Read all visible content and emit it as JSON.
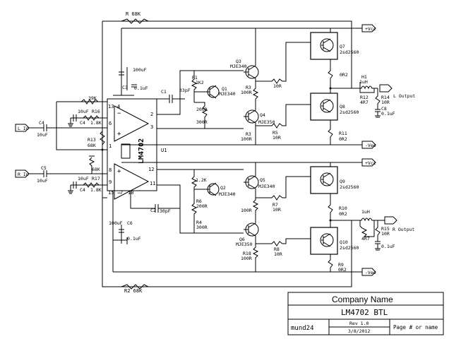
{
  "title_block": {
    "company": "Company Name",
    "title": "LM4702 BTL",
    "author": "mund24",
    "rev": "Rev 1.0",
    "date": "3/8/2012",
    "page": "Page # or name"
  },
  "ic": {
    "name": "LM4702",
    "ref": "U1"
  },
  "ports": {
    "l_in": "L In",
    "r_in": "R In",
    "vcc": "+Vcc",
    "vee": "-Vee",
    "l_out": "L Output",
    "r_out": "R Output"
  },
  "pins": {
    "p13": "13",
    "p6": "6",
    "p4": "4",
    "p2": "2",
    "p3": "3",
    "p1": "1",
    "p8": "8",
    "p9": "9",
    "p15": "15",
    "p7": "7",
    "p10": "10",
    "p12": "12",
    "p11": "11"
  },
  "parts": {
    "r_top": "R 68K",
    "r_bot": "R2 68K",
    "c3": "100uF",
    "c3b": "C3",
    "c3c": "0.1uF",
    "c1": "C1",
    "c1v": "33pF",
    "r39k": "39K",
    "r16": "R16",
    "r16v": "1.8K",
    "c10u": "10uF",
    "c4l": "C4",
    "c4u": "10uF",
    "r13": "R13",
    "r13v": "68K",
    "c5": "C5",
    "c5v": "10uF",
    "c4r": "C4",
    "c4rv": "10uF",
    "r17": "R17",
    "r17v": "1.8K",
    "r68k": "68K",
    "c2": "C2",
    "c2v": "30pF",
    "c6u": "100uF",
    "c6": "C6",
    "c6c": "0.1uF",
    "r1": "R1",
    "r1v": "1K2",
    "r200": "200R",
    "r300": "300R",
    "q1": "Q1",
    "q1v": "MJE340",
    "q3": "Q3",
    "q3v": "MJE340",
    "r3t": "R3",
    "r3tv": "100R",
    "q4": "Q4",
    "q4v": "MJE350",
    "r3b": "R3",
    "r3bv": "100R",
    "r10": "10R",
    "r5": "R5",
    "r5v": "10R",
    "q7": "Q7",
    "q7v": "2sd2560",
    "q8": "Q8",
    "q8v": "2sd2560",
    "r0r2a": "0R2",
    "r11": "R11",
    "r11v": "0R2",
    "h1": "H1",
    "h1v": "1uH",
    "r12": "R12",
    "r12v": "4R7",
    "r14": "R14",
    "r14v": "10R",
    "c8": "C8",
    "c8v": "0.1uF",
    "r2k": "1.2K",
    "r6": "R6",
    "r6v": "200R",
    "r4": "R4",
    "r4v": "300R",
    "q2": "Q2",
    "q2v": "MJE340",
    "q5": "Q5",
    "q5v": "MJE340",
    "r100a": "100R",
    "r7": "R7",
    "r7v": "10R",
    "q6": "Q6",
    "q6v": "MJE350",
    "r18": "R18",
    "r18v": "100R",
    "r8": "R8",
    "r8v": "10R",
    "q9": "Q9",
    "q9v": "2sd2560",
    "q10": "Q10",
    "q10v": "2sd2560",
    "r10b": "R10",
    "r10bv": "0R2",
    "r9": "R9",
    "r9v": "0R2",
    "l4": "1uH",
    "r4r7": "4R7",
    "r15": "R15",
    "r15v": "10R",
    "c01": "0.1uF"
  }
}
